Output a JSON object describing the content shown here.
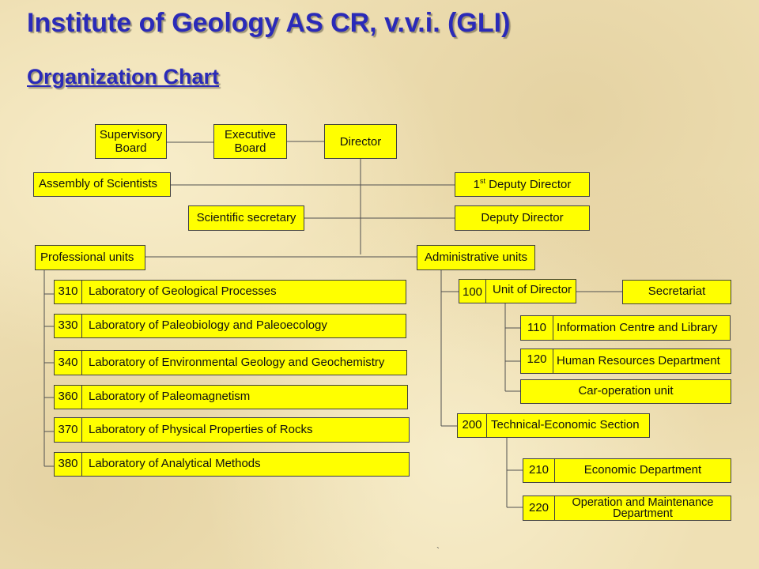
{
  "title": "Institute of Geology AS CR, v.v.i. (GLI)",
  "subtitle": "Organization Chart",
  "top": {
    "supervisory_board": "Supervisory Board",
    "executive_board": "Executive Board",
    "director": "Director",
    "assembly": "Assembly of Scientists",
    "first_deputy_num": "1",
    "first_deputy_sup": "st",
    "first_deputy_rest": " Deputy Director",
    "scientific_secretary": "Scientific secretary",
    "deputy_director": "Deputy Director",
    "professional_units": "Professional units",
    "administrative_units": "Administrative units"
  },
  "labs": [
    {
      "code": "310",
      "name": "Laboratory of Geological Processes"
    },
    {
      "code": "330",
      "name": "Laboratory of Paleobiology and Paleoecology"
    },
    {
      "code": "340",
      "name": "Laboratory of Environmental Geology and Geochemistry"
    },
    {
      "code": "360",
      "name": "Laboratory of Paleomagnetism"
    },
    {
      "code": "370",
      "name": "Laboratory of Physical Properties of Rocks"
    },
    {
      "code": "380",
      "name": "Laboratory of Analytical Methods"
    }
  ],
  "admin": {
    "unit_director": {
      "code": "100",
      "name": "Unit of Director"
    },
    "secretariat": "Secretariat",
    "info_centre": {
      "code": "110",
      "name": "Information Centre and Library"
    },
    "human_resources": {
      "code": "120",
      "name": "Human Resources Department"
    },
    "car_operation": "Car-operation unit",
    "tech_econ": {
      "code": "200",
      "name": "Technical-Economic Section"
    },
    "economic": {
      "code": "210",
      "name": "Economic Department"
    },
    "operation": {
      "code": "220",
      "name": "Operation and Maintenance Department"
    }
  },
  "colors": {
    "box_fill": "#ffff00",
    "title_color": "#2a2ab8",
    "background": "#efe0b4"
  }
}
